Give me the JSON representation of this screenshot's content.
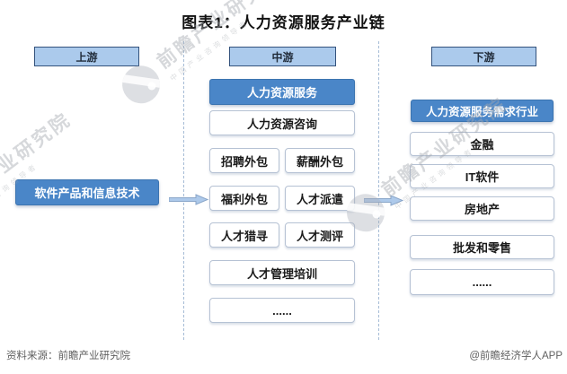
{
  "title": "图表1：人力资源服务产业链",
  "palette": {
    "node_blue": "#4a86c8",
    "header_fill": "#abcaec",
    "header_border": "#33527c",
    "white_box_border": "#b6c2d4",
    "dash_line": "#a6bcd6",
    "arrow_fill": "#adc9ea",
    "footer_text": "#5f5f5f"
  },
  "upstream": {
    "header": "上游",
    "node": "软件产品和信息技术"
  },
  "midstream": {
    "header": "中游",
    "lead": "人力资源服务",
    "consulting": "人力资源咨询",
    "pairs": [
      [
        "招聘外包",
        "薪酬外包"
      ],
      [
        "福利外包",
        "人才派遣"
      ],
      [
        "人才猎寻",
        "人才测评"
      ]
    ],
    "training": "人才管理培训",
    "more": "......"
  },
  "downstream": {
    "header": "下游",
    "lead": "人力资源服务需求行业",
    "industries": [
      "金融",
      "IT软件",
      "房地产",
      "批发和零售",
      "......"
    ]
  },
  "watermark": {
    "text": "前瞻产业研究院",
    "subtext": "中国产业咨询领导者"
  },
  "footer": {
    "source": "资料来源：前瞻产业研究院",
    "credit": "@前瞻经济学人APP"
  }
}
